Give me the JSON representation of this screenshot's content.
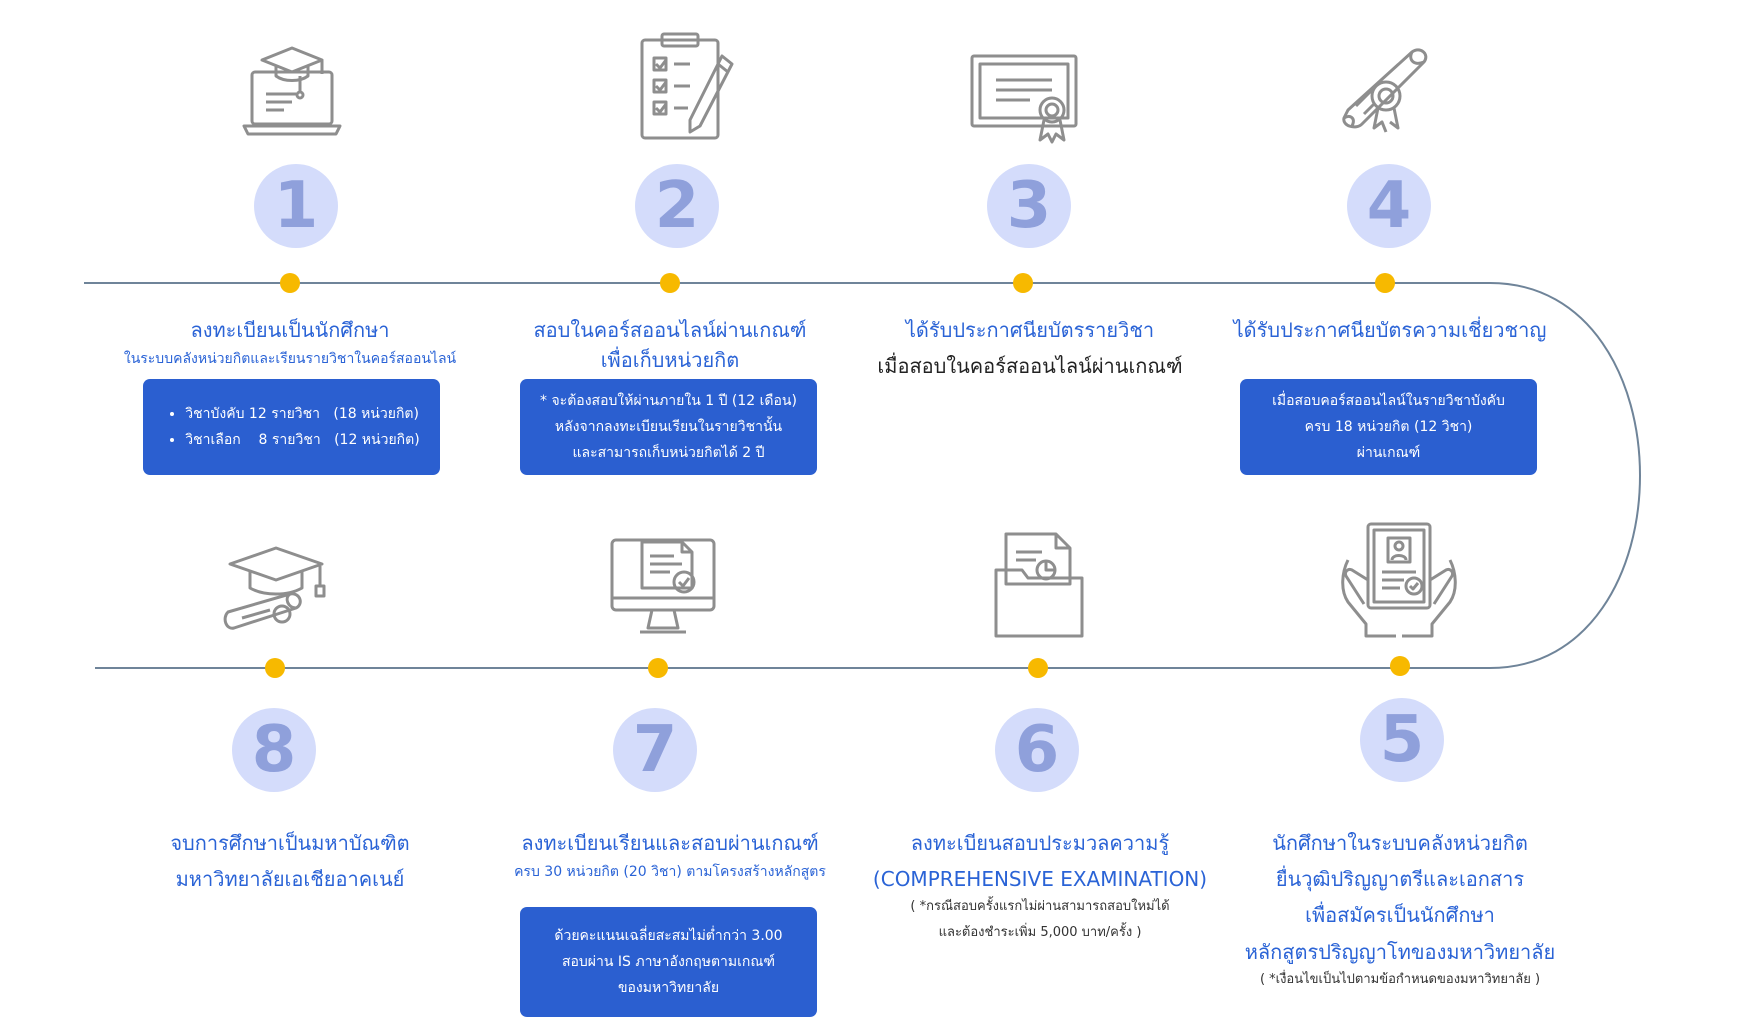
{
  "steps": [
    {
      "number": "1",
      "icon": "laptop-graduation-cap-icon",
      "title": "ลงทะเบียนเป็นนักศึกษา",
      "subtitle": "ในระบบคลังหน่วยกิตและเรียนรายวิชาในคอร์สออนไลน์",
      "box_items": [
        "วิชาบังคับ 12 รายวิชา   (18 หน่วยกิต)",
        "วิชาเลือก    8 รายวิชา   (12 หน่วยกิต)"
      ]
    },
    {
      "number": "2",
      "icon": "clipboard-checklist-pencil-icon",
      "title_lines": [
        "สอบในคอร์สออนไลน์ผ่านเกณฑ์",
        "เพื่อเก็บหน่วยกิต"
      ],
      "box_lines": [
        "* จะต้องสอบให้ผ่านภายใน 1 ปี  (12 เดือน)",
        "หลังจากลงทะเบียนเรียนในรายวิชานั้น",
        "และสามารถเก็บหน่วยกิตได้ 2 ปี"
      ]
    },
    {
      "number": "3",
      "icon": "certificate-icon",
      "title": "ได้รับประกาศนียบัตรรายวิชา",
      "title2": "เมื่อสอบในคอร์สออนไลน์ผ่านเกณฑ์"
    },
    {
      "number": "4",
      "icon": "diploma-scroll-icon",
      "title": "ได้รับประกาศนียบัตรความเชี่ยวชาญ",
      "box_lines": [
        "เมื่อสอบคอร์สออนไลน์ในรายวิชาบังคับ",
        "ครบ 18 หน่วยกิต (12 วิชา)",
        "ผ่านเกณฑ์"
      ]
    },
    {
      "number": "5",
      "icon": "hands-holding-document-icon",
      "title_lines": [
        "นักศึกษาในระบบคลังหน่วยกิต",
        "ยื่นวุฒิปริญญาตรีและเอกสาร",
        "เพื่อสมัครเป็นนักศึกษา",
        "หลักสูตรปริญญาโทของมหาวิทยาลัย"
      ],
      "note": "( *เงื่อนไขเป็นไปตามข้อกำหนดของมหาวิทยาลัย )"
    },
    {
      "number": "6",
      "icon": "document-folder-icon",
      "title_lines": [
        "ลงทะเบียนสอบประมวลความรู้",
        "(COMPREHENSIVE EXAMINATION)"
      ],
      "note_lines": [
        "( *กรณีสอบครั้งแรกไม่ผ่านสามารถสอบใหม่ได้",
        "และต้องชำระเพิ่ม 5,000 บาท/ครั้ง )"
      ]
    },
    {
      "number": "7",
      "icon": "computer-monitor-document-icon",
      "title": "ลงทะเบียนเรียนและสอบผ่านเกณฑ์",
      "subtitle": "ครบ 30 หน่วยกิต (20 วิชา) ตามโครงสร้างหลักสูตร",
      "box_lines": [
        "ด้วยคะแนนเฉลี่ยสะสมไม่ต่ำกว่า 3.00",
        "สอบผ่าน IS ภาษาอังกฤษตามเกณฑ์",
        "ของมหาวิทยาลัย"
      ]
    },
    {
      "number": "8",
      "icon": "graduation-cap-diploma-icon",
      "title_lines": [
        "จบการศึกษาเป็นมหาบัณฑิต",
        "มหาวิทยาลัยเอเชียอาคเนย์"
      ]
    }
  ],
  "colors": {
    "accent_blue": "#2b5fd0",
    "number_circle": "#d4dcfb",
    "number_text": "#8fa0db",
    "dot": "#f7b900",
    "line": "#6f8499",
    "icon": "#8e8e8e"
  }
}
